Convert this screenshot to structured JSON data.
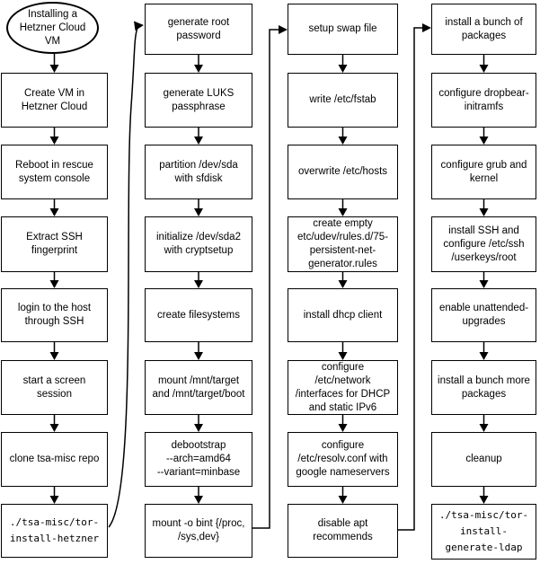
{
  "colors": {
    "background": "#ffffff",
    "line": "#000000",
    "text": "#000000"
  },
  "diagram": {
    "columns": [
      {
        "nodes": [
          {
            "id": "start-terminator",
            "shape": "ellipse",
            "label": "Installing a\nHetzner Cloud\nVM"
          },
          {
            "id": "create-vm",
            "label": "Create VM in\nHetzner Cloud"
          },
          {
            "id": "reboot-rescue",
            "label": "Reboot in rescue\nsystem console"
          },
          {
            "id": "extract-ssh-fingerprint",
            "label": "Extract SSH\nfingerprint"
          },
          {
            "id": "login-ssh",
            "label": "login to the host\nthrough SSH"
          },
          {
            "id": "start-screen-session",
            "label": "start a screen\nsession"
          },
          {
            "id": "clone-tsa-misc",
            "label": "clone tsa-misc repo"
          },
          {
            "id": "run-tor-install-hetzner",
            "font": "mono",
            "label": "./tsa-misc/tor-\ninstall-hetzner"
          }
        ]
      },
      {
        "nodes": [
          {
            "id": "generate-root-password",
            "label": "generate root\npassword"
          },
          {
            "id": "generate-luks-passphrase",
            "label": "generate LUKS\npassphrase"
          },
          {
            "id": "partition-dev-sda",
            "label": "partition /dev/sda\nwith sfdisk"
          },
          {
            "id": "initialize-cryptsetup",
            "label": "initialize /dev/sda2\nwith cryptsetup"
          },
          {
            "id": "create-filesystems",
            "label": "create filesystems"
          },
          {
            "id": "mount-mnt-target",
            "label": "mount /mnt/target\nand /mnt/target/boot"
          },
          {
            "id": "debootstrap",
            "label": "debootstrap\n--arch=amd64\n--variant=minbase"
          },
          {
            "id": "mount-bind",
            "label": "mount -o bint {/proc,\n/sys,dev}"
          }
        ]
      },
      {
        "nodes": [
          {
            "id": "setup-swap-file",
            "label": "setup swap file"
          },
          {
            "id": "write-etc-fstab",
            "label": "write /etc/fstab"
          },
          {
            "id": "overwrite-etc-hosts",
            "label": "overwrite /etc/hosts"
          },
          {
            "id": "create-empty-udev-rules",
            "label": "create empty\netc/udev/rules.d/75-\npersistent-net-\ngenerator.rules"
          },
          {
            "id": "install-dhcp-client",
            "label": "install dhcp client"
          },
          {
            "id": "configure-network-interfaces",
            "label": "configure\n/etc/network\n/interfaces for DHCP\nand static IPv6"
          },
          {
            "id": "configure-resolv-conf",
            "label": "configure\n/etc/resolv.conf with\ngoogle nameservers"
          },
          {
            "id": "disable-apt-recommends",
            "label": "disable apt\nrecommends"
          }
        ]
      },
      {
        "nodes": [
          {
            "id": "install-packages",
            "label": "install a bunch of\npackages"
          },
          {
            "id": "configure-dropbear-initramfs",
            "label": "configure dropbear-\ninitramfs"
          },
          {
            "id": "configure-grub-kernel",
            "label": "configure grub and\nkernel"
          },
          {
            "id": "install-ssh-userkeys",
            "label": "install SSH and\nconfigure /etc/ssh\n/userkeys/root"
          },
          {
            "id": "enable-unattended-upgrades",
            "label": "enable unattended-\nupgrades"
          },
          {
            "id": "install-more-packages",
            "label": "install a bunch more\npackages"
          },
          {
            "id": "cleanup",
            "label": "cleanup"
          },
          {
            "id": "run-tor-install-generate-ldap",
            "font": "mono",
            "label": "./tsa-misc/tor-\ninstall-\ngenerate-ldap"
          }
        ]
      }
    ]
  }
}
